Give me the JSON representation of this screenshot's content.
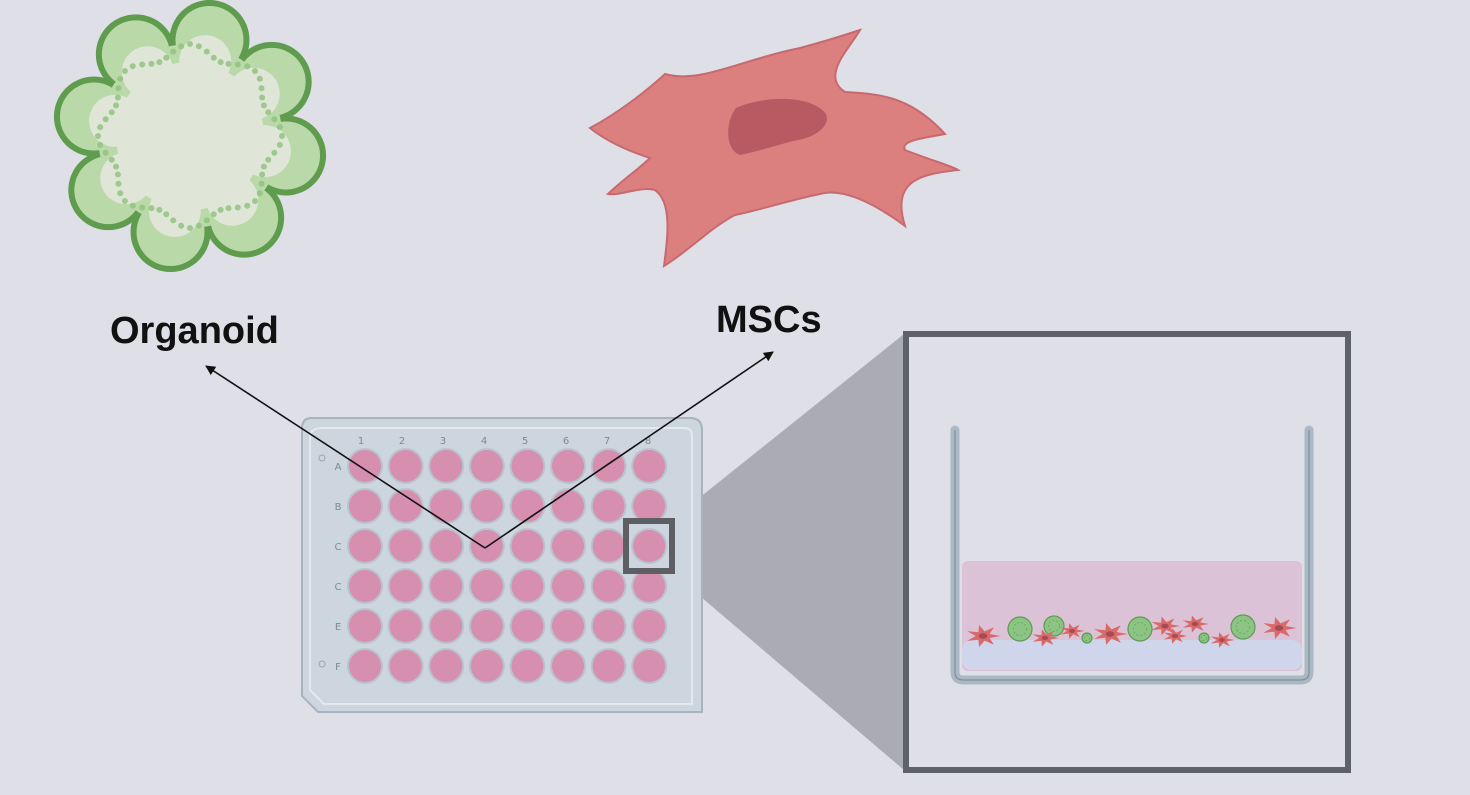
{
  "labels": {
    "organoid": "Organoid",
    "mscs": "MSCs"
  },
  "plate": {
    "columns": [
      "1",
      "2",
      "3",
      "4",
      "5",
      "6",
      "7",
      "8"
    ],
    "rows": [
      "A",
      "B",
      "C",
      "C",
      "E",
      "F"
    ],
    "well_color": "#d68fae",
    "plate_color": "#cdd5df"
  },
  "colors": {
    "background": "#dfdfe8",
    "organoid_light": "#b9d9a8",
    "organoid_dark": "#5f9c4e",
    "msc_body": "#db7f7f",
    "msc_nucleus": "#b95a62",
    "medium": "#dcc2d7",
    "frame": "#5f6168"
  }
}
